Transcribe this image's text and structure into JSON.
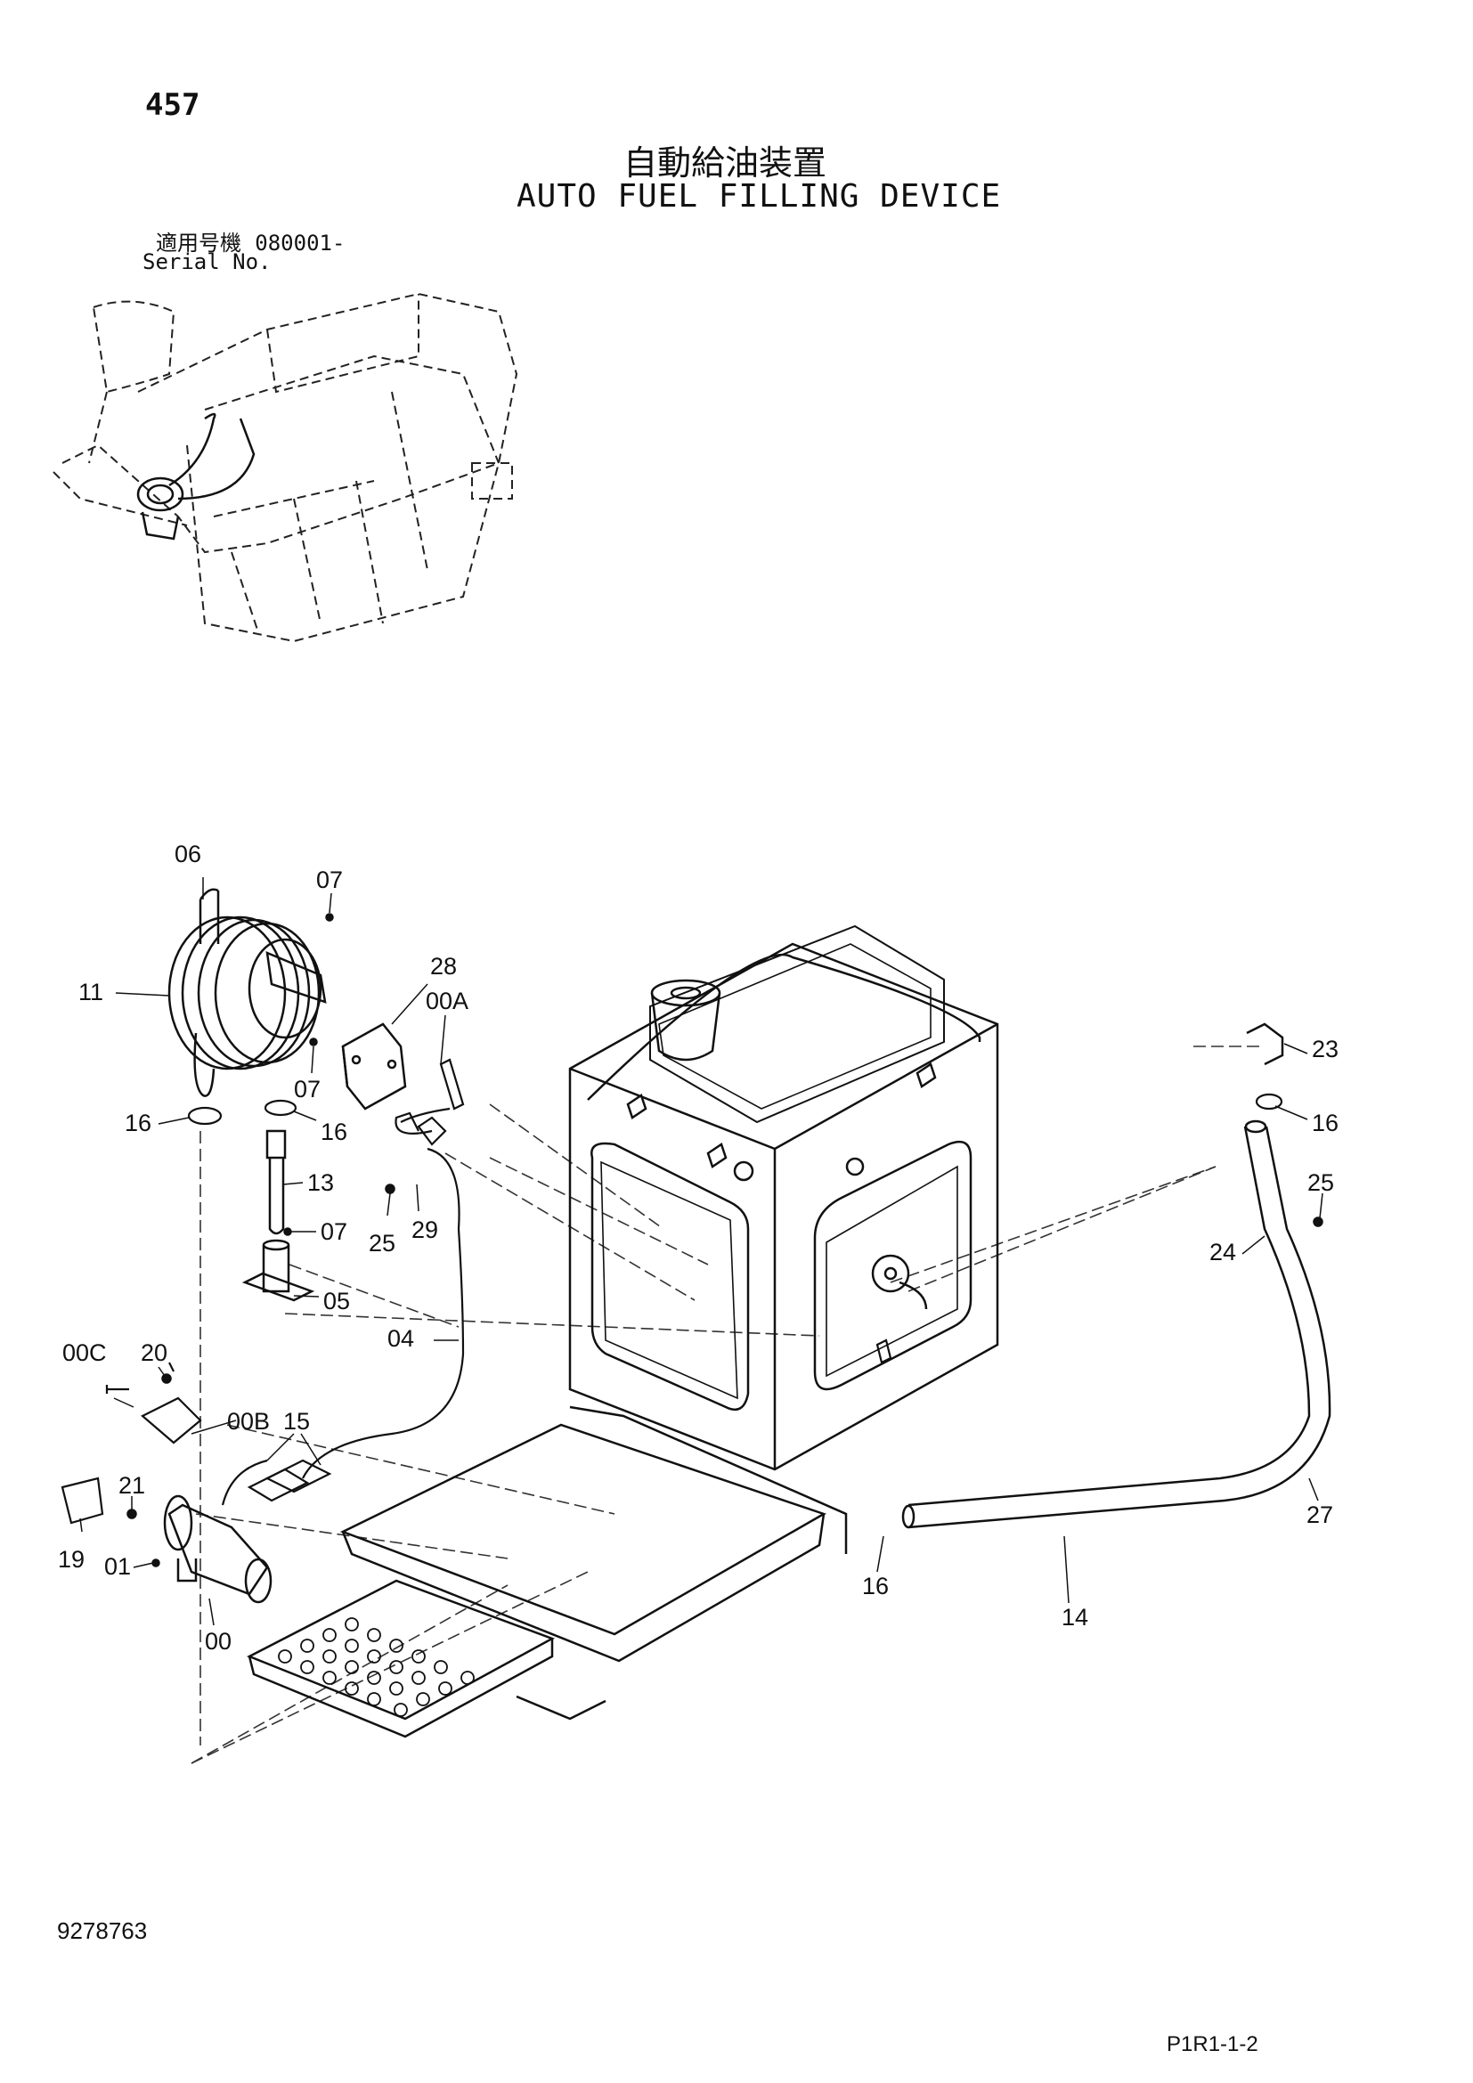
{
  "page_number": "457",
  "title_ja": "自動給油装置",
  "title_en": "AUTO FUEL FILLING DEVICE",
  "serial_label_ja": "適用号機",
  "serial_number": "080001-",
  "serial_label_en": "Serial No.",
  "drawing_number": "9278763",
  "page_code": "P1R1-1-2",
  "callouts": [
    {
      "id": "c06",
      "label": "06"
    },
    {
      "id": "c07a",
      "label": "07"
    },
    {
      "id": "c28",
      "label": "28"
    },
    {
      "id": "c11",
      "label": "11"
    },
    {
      "id": "c07b",
      "label": "07"
    },
    {
      "id": "c00A",
      "label": "00A"
    },
    {
      "id": "c16a",
      "label": "16"
    },
    {
      "id": "c16b",
      "label": "16"
    },
    {
      "id": "c13",
      "label": "13"
    },
    {
      "id": "c07c",
      "label": "07"
    },
    {
      "id": "c25a",
      "label": "25"
    },
    {
      "id": "c29",
      "label": "29"
    },
    {
      "id": "c05",
      "label": "05"
    },
    {
      "id": "c04",
      "label": "04"
    },
    {
      "id": "c00C",
      "label": "00C"
    },
    {
      "id": "c20",
      "label": "20"
    },
    {
      "id": "c15",
      "label": "15"
    },
    {
      "id": "c00B",
      "label": "00B"
    },
    {
      "id": "c21",
      "label": "21"
    },
    {
      "id": "c19",
      "label": "19"
    },
    {
      "id": "c01",
      "label": "01"
    },
    {
      "id": "c00",
      "label": "00"
    },
    {
      "id": "c23",
      "label": "23"
    },
    {
      "id": "c16c",
      "label": "16"
    },
    {
      "id": "c25b",
      "label": "25"
    },
    {
      "id": "c24",
      "label": "24"
    },
    {
      "id": "c27",
      "label": "27"
    },
    {
      "id": "c16d",
      "label": "16"
    },
    {
      "id": "c14",
      "label": "14"
    }
  ]
}
